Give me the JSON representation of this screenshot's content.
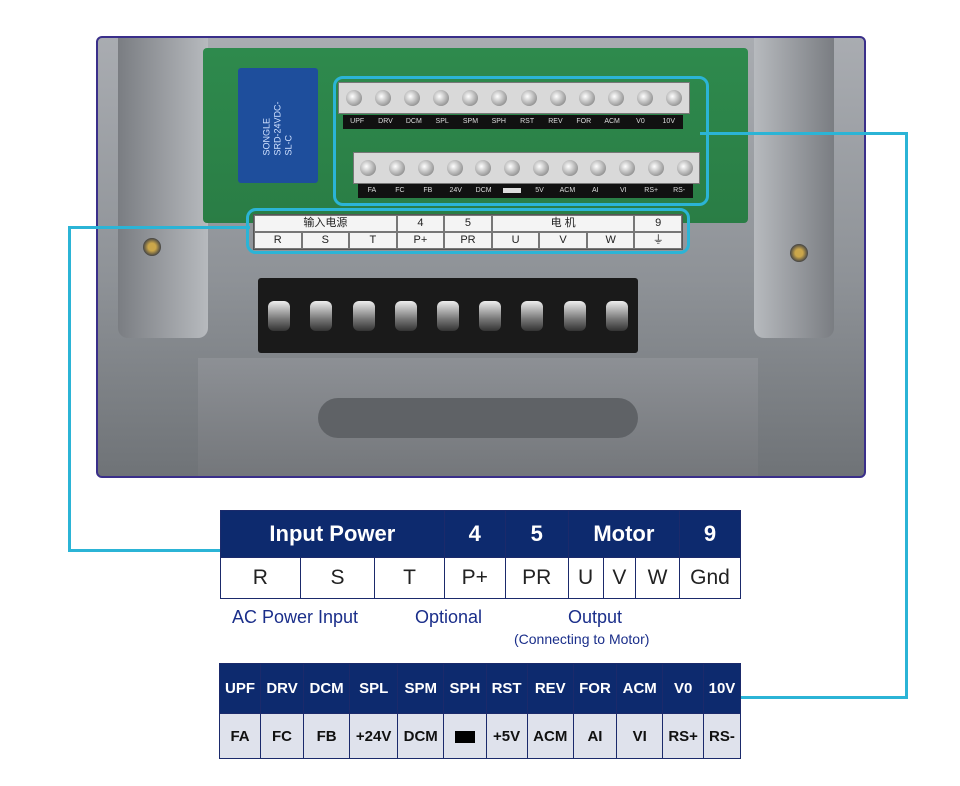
{
  "photo": {
    "relay_text": "SONGLE SRD-24VDC-SL-C",
    "top_row_labels": [
      "UPF",
      "DRV",
      "DCM",
      "SPL",
      "SPM",
      "SPH",
      "RST",
      "REV",
      "FOR",
      "ACM",
      "V0",
      "10V"
    ],
    "bottom_row_labels": [
      "FA",
      "FC",
      "FB",
      "24V",
      "DCM",
      "",
      "5V",
      "ACM",
      "AI",
      "VI",
      "RS+",
      "RS-"
    ],
    "cn_header": [
      "输入电源",
      "",
      "",
      "4",
      "5",
      "电 机",
      "",
      "",
      "9"
    ],
    "cn_row": [
      "R",
      "S",
      "T",
      "P+",
      "PR",
      "U",
      "V",
      "W",
      "⏚"
    ]
  },
  "power_table": {
    "header": {
      "input_power": "Input Power",
      "c4": "4",
      "c5": "5",
      "motor": "Motor",
      "c9": "9"
    },
    "terminals": [
      "R",
      "S",
      "T",
      "P+",
      "PR",
      "U",
      "V",
      "W",
      "Gnd"
    ]
  },
  "captions": {
    "ac_power": "AC Power Input",
    "optional": "Optional",
    "output": "Output",
    "output_sub": "(Connecting to Motor)"
  },
  "control_table": {
    "top": [
      "UPF",
      "DRV",
      "DCM",
      "SPL",
      "SPM",
      "SPH",
      "RST",
      "REV",
      "FOR",
      "ACM",
      "V0",
      "10V"
    ],
    "bottom": [
      "FA",
      "FC",
      "FB",
      "+24V",
      "DCM",
      "",
      "+5V",
      "ACM",
      "AI",
      "VI",
      "RS+",
      "RS-"
    ]
  },
  "colors": {
    "header_bg": "#0d2a6e",
    "accent_line": "#2bb4d6",
    "caption_text": "#1a2e8a",
    "control_bottom_bg": "#dfe2ec"
  }
}
